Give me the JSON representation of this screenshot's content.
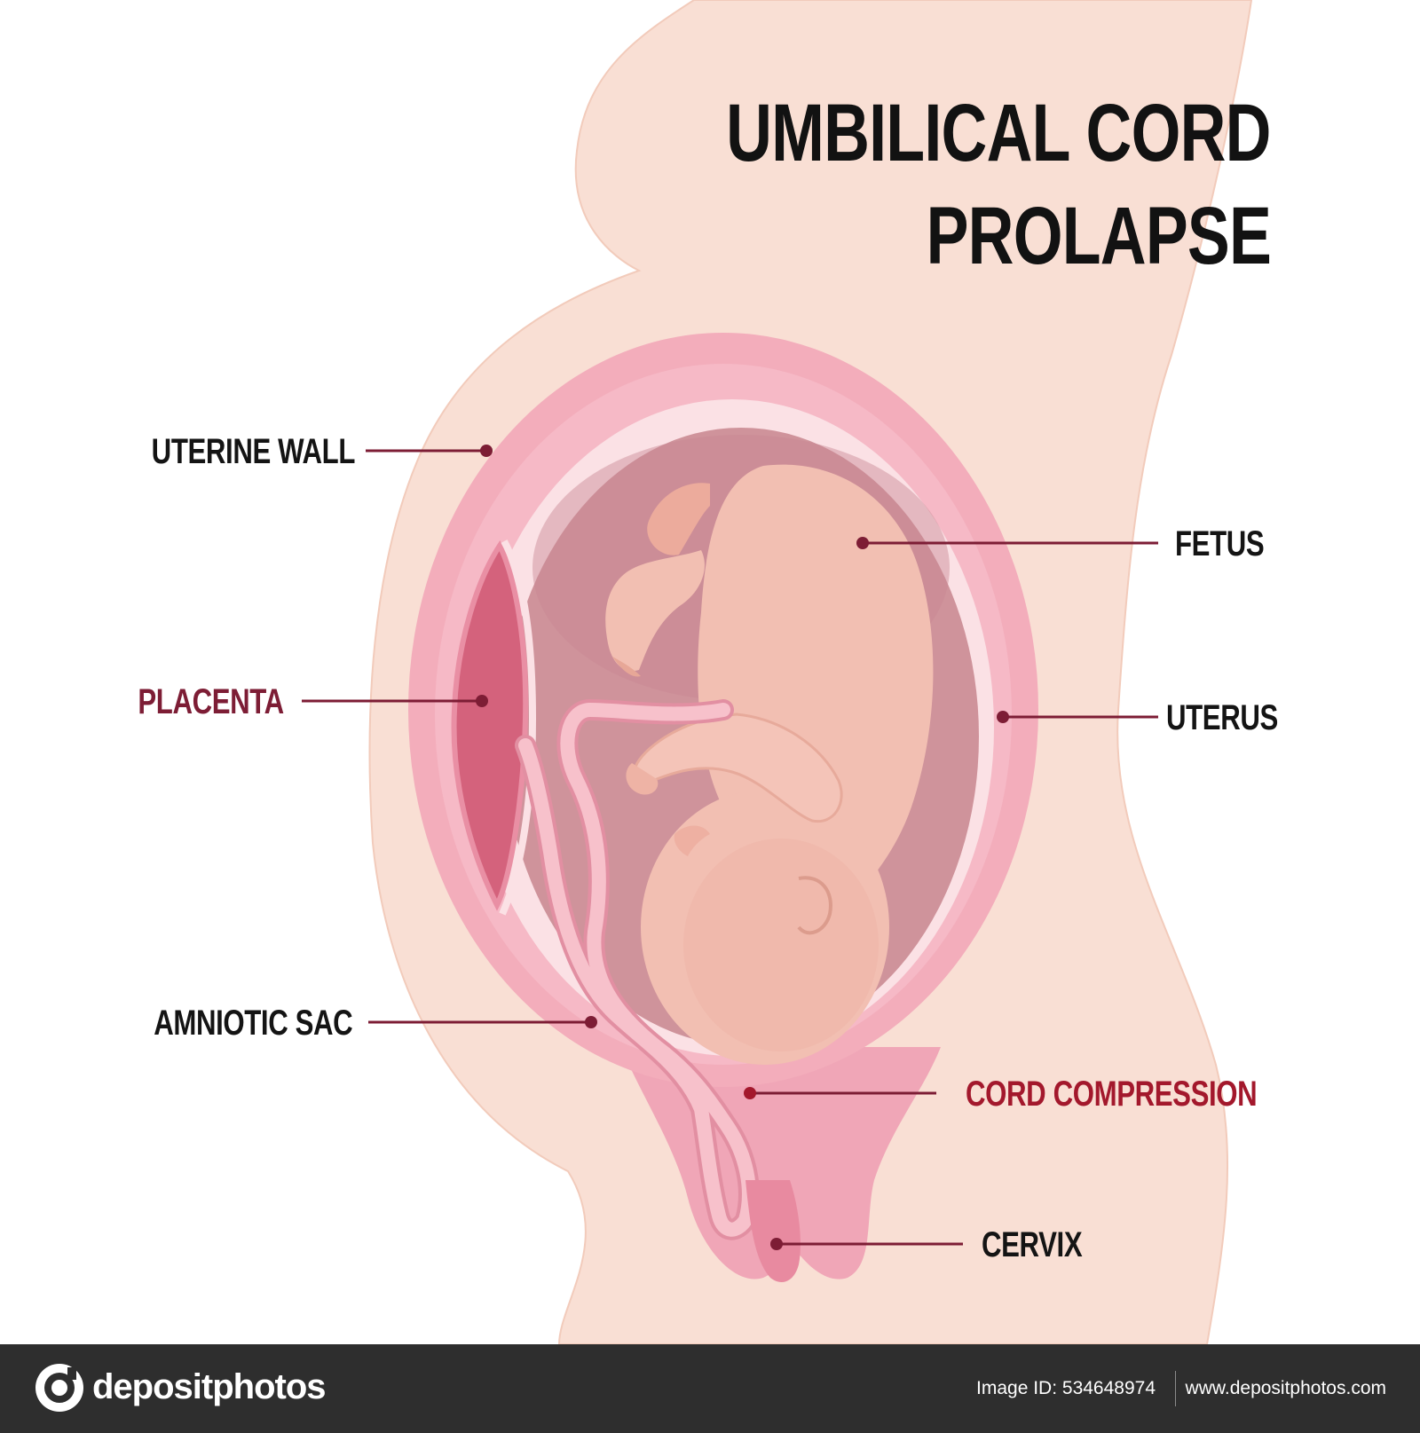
{
  "title": {
    "line1": "UMBILICAL CORD",
    "line2": "PROLAPSE"
  },
  "labels": {
    "uterine_wall": "UTERINE WALL",
    "fetus": "FETUS",
    "placenta": "PLACENTA",
    "uterus": "UTERUS",
    "amniotic_sac": "AMNIOTIC SAC",
    "cord_compression": "CORD COMPRESSION",
    "cervix": "CERVIX"
  },
  "colors": {
    "label_dark": "#141414",
    "label_accent": "#7d1d35",
    "label_highlight": "#a3182c",
    "skin": "#f9dfd4",
    "uterus": "#f3adbb",
    "placenta": "#d4627c",
    "fluid": "#cf939b",
    "fetus": "#f2bfb2",
    "cord": "#f7c1cb",
    "leader": "#7d1d35"
  },
  "footer": {
    "brand": "depositphotos",
    "image_id": "Image ID: 534648974",
    "website": "www.depositphotos.com"
  }
}
